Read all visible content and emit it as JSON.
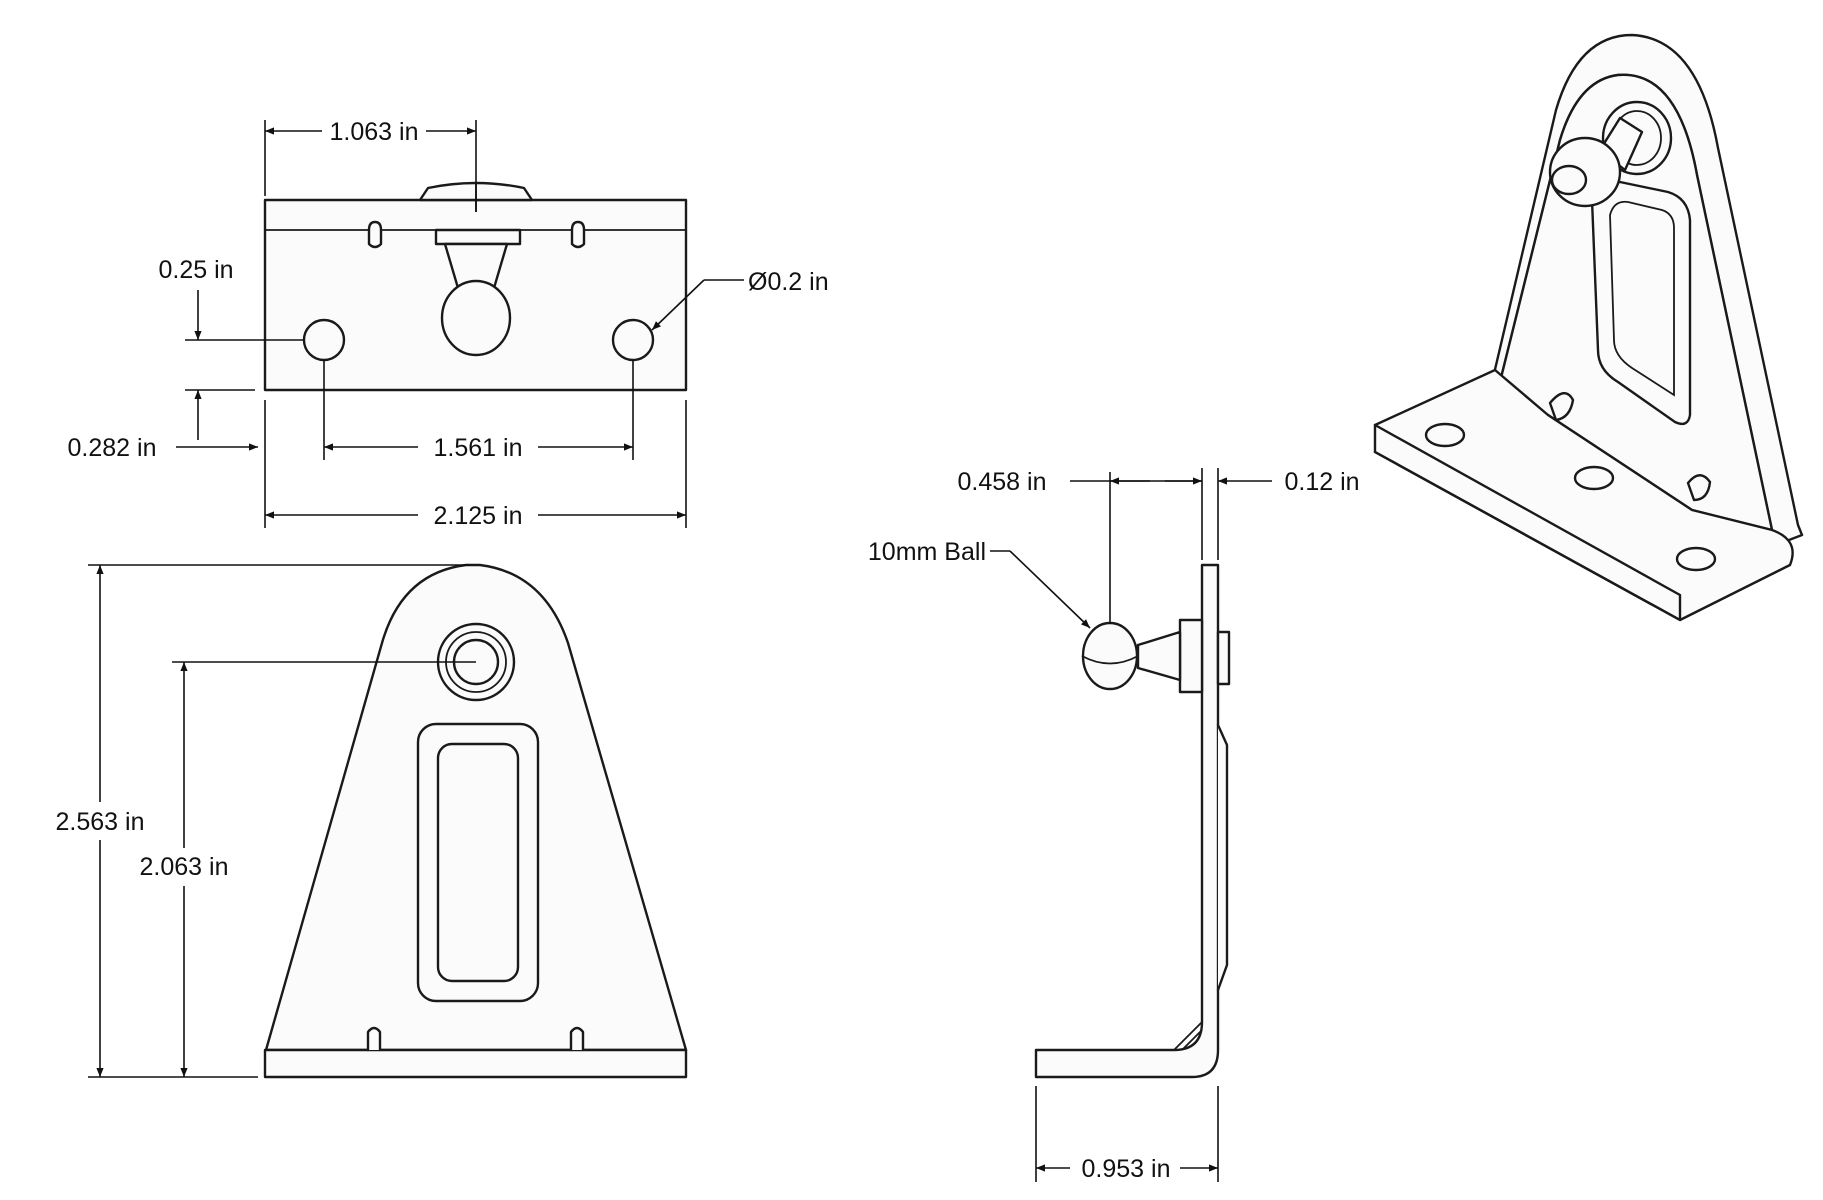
{
  "dimensions": {
    "top_offset": "1.063 in",
    "hole_edge": "0.25 in",
    "hole_dia": "Ø0.2 in",
    "thickness": "0.282 in",
    "hole_spacing": "1.561 in",
    "width": "2.125 in",
    "height": "2.563 in",
    "ball_height": "2.063 in",
    "ball_offset": "0.458 in",
    "plate_thickness": "0.12 in",
    "ball_label": "10mm Ball",
    "foot_depth": "0.953 in"
  }
}
